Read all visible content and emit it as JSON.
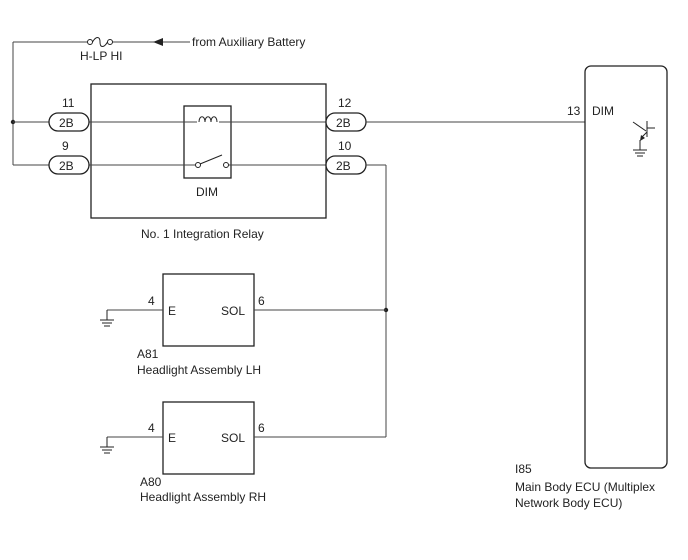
{
  "battery_source": "from Auxiliary Battery",
  "fuse": "H-LP HI",
  "relay": {
    "name": "No. 1 Integration Relay",
    "switch_label": "DIM",
    "pins": [
      {
        "num": "11",
        "conn": "2B"
      },
      {
        "num": "9",
        "conn": "2B"
      },
      {
        "num": "12",
        "conn": "2B"
      },
      {
        "num": "10",
        "conn": "2B"
      }
    ]
  },
  "ecu": {
    "code": "I85",
    "name_line1": "Main Body ECU (Multiplex",
    "name_line2": "Network Body ECU)",
    "pin_num": "13",
    "pin_label": "DIM"
  },
  "headlight_lh": {
    "code": "A81",
    "name": "Headlight Assembly LH",
    "pin_e_num": "4",
    "pin_e_label": "E",
    "pin_sol_num": "6",
    "pin_sol_label": "SOL"
  },
  "headlight_rh": {
    "code": "A80",
    "name": "Headlight Assembly RH",
    "pin_e_num": "4",
    "pin_e_label": "E",
    "pin_sol_num": "6",
    "pin_sol_label": "SOL"
  }
}
